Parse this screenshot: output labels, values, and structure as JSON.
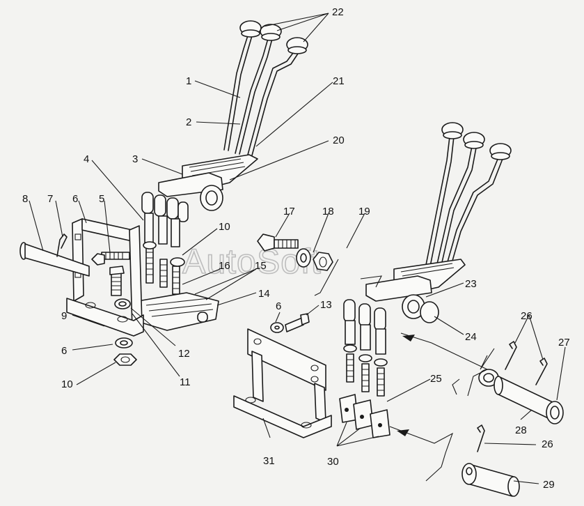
{
  "watermark": "AutoSoft",
  "callouts": [
    {
      "id": "c22",
      "text": "22"
    },
    {
      "id": "c1",
      "text": "1"
    },
    {
      "id": "c21",
      "text": "21"
    },
    {
      "id": "c2",
      "text": "2"
    },
    {
      "id": "c20",
      "text": "20"
    },
    {
      "id": "c3",
      "text": "3"
    },
    {
      "id": "c4",
      "text": "4"
    },
    {
      "id": "c8",
      "text": "8"
    },
    {
      "id": "c7",
      "text": "7"
    },
    {
      "id": "c6a",
      "text": "6"
    },
    {
      "id": "c5",
      "text": "5"
    },
    {
      "id": "c10a",
      "text": "10"
    },
    {
      "id": "c17",
      "text": "17"
    },
    {
      "id": "c18",
      "text": "18"
    },
    {
      "id": "c19",
      "text": "19"
    },
    {
      "id": "c16",
      "text": "16"
    },
    {
      "id": "c15",
      "text": "15"
    },
    {
      "id": "c14",
      "text": "14"
    },
    {
      "id": "c9",
      "text": "9"
    },
    {
      "id": "c6b",
      "text": "6"
    },
    {
      "id": "c12",
      "text": "12"
    },
    {
      "id": "c10b",
      "text": "10"
    },
    {
      "id": "c11",
      "text": "11"
    },
    {
      "id": "c23",
      "text": "23"
    },
    {
      "id": "c6c",
      "text": "6"
    },
    {
      "id": "c13",
      "text": "13"
    },
    {
      "id": "c24",
      "text": "24"
    },
    {
      "id": "c26a",
      "text": "26"
    },
    {
      "id": "c27",
      "text": "27"
    },
    {
      "id": "c25",
      "text": "25"
    },
    {
      "id": "c28",
      "text": "28"
    },
    {
      "id": "c31",
      "text": "31"
    },
    {
      "id": "c30",
      "text": "30"
    },
    {
      "id": "c26b",
      "text": "26"
    },
    {
      "id": "c29",
      "text": "29"
    }
  ]
}
